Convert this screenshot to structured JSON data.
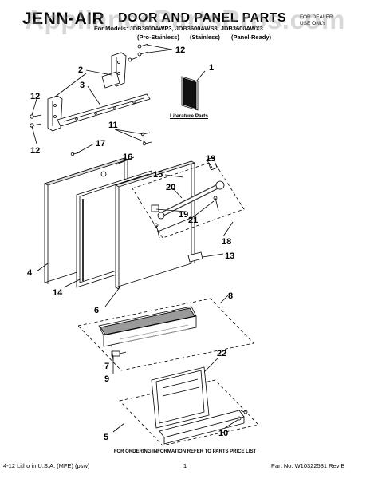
{
  "brand": "JENN-AIR",
  "page_title": "DOOR AND PANEL PARTS",
  "models_line": "For Models: JDB3600AWP3, JDB3600AWS3, JDB3600AWX3",
  "variants": [
    "(Pro-Stainless)",
    "(Stainless)",
    "(Panel-Ready)"
  ],
  "dealer_line1": "FOR DEALER",
  "dealer_line2": "USE ONLY",
  "watermark": "AppliancePartsPros.com",
  "literature_label": "Literature Parts",
  "callouts": [
    "12",
    "1",
    "2",
    "3",
    "12",
    "12",
    "11",
    "17",
    "16",
    "19",
    "15",
    "20",
    "19",
    "21",
    "18",
    "13",
    "4",
    "14",
    "6",
    "8",
    "7",
    "9",
    "22",
    "5",
    "10"
  ],
  "footer_note": "FOR ORDERING INFORMATION REFER TO PARTS PRICE LIST",
  "footer_left": "4-12 Litho in U.S.A. (MFE) (psw)",
  "footer_page": "1",
  "footer_right": "Part No. W10322531 Rev B"
}
